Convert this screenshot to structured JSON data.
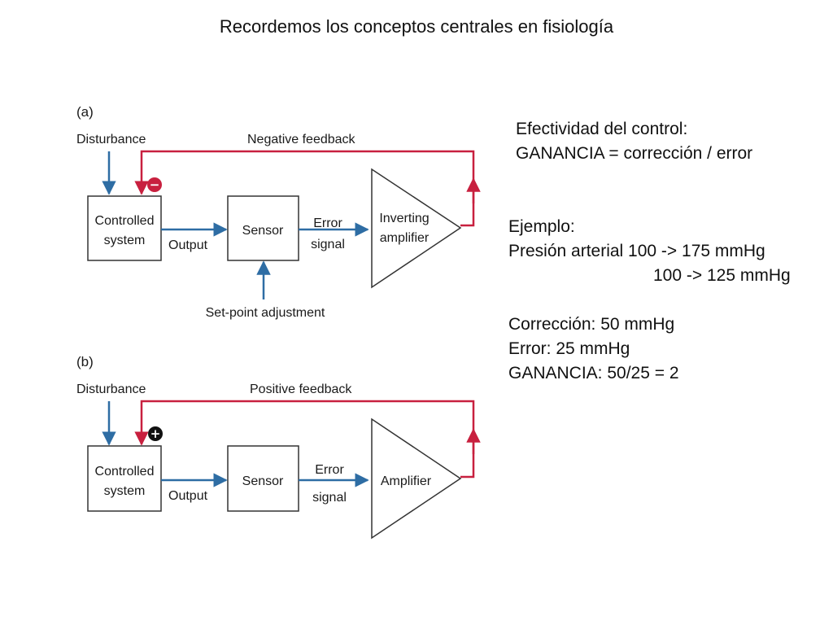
{
  "slide": {
    "title": "Recordemos los conceptos centrales en fisiología"
  },
  "colors": {
    "signal": "#2e6da4",
    "feedback": "#c8203f",
    "box": "#333333",
    "badge": "#111111"
  },
  "figure_a": {
    "label": "(a)",
    "disturbance": "Disturbance",
    "feedback_label": "Negative feedback",
    "sign": "−",
    "controlled_line1": "Controlled",
    "controlled_line2": "system",
    "output": "Output",
    "sensor": "Sensor",
    "error_line1": "Error",
    "error_line2": "signal",
    "amp_line1": "Inverting",
    "amp_line2": "amplifier",
    "setpoint": "Set-point adjustment"
  },
  "figure_b": {
    "label": "(b)",
    "disturbance": "Disturbance",
    "feedback_label": "Positive feedback",
    "sign": "+",
    "controlled_line1": "Controlled",
    "controlled_line2": "system",
    "output": "Output",
    "sensor": "Sensor",
    "error_line1": "Error",
    "error_line2": "signal",
    "amp_line1": "Amplifier"
  },
  "notes": {
    "effectiveness_heading": "Efectividad del control:",
    "gain_formula": "GANANCIA = corrección / error",
    "example_heading": "Ejemplo:",
    "example_line1": "Presión arterial 100 -> 175 mmHg",
    "example_line2": "100 -> 125 mmHg",
    "correction": "Corrección: 50 mmHg",
    "error": "Error: 25 mmHg",
    "gain_result": "GANANCIA: 50/25 = 2"
  }
}
